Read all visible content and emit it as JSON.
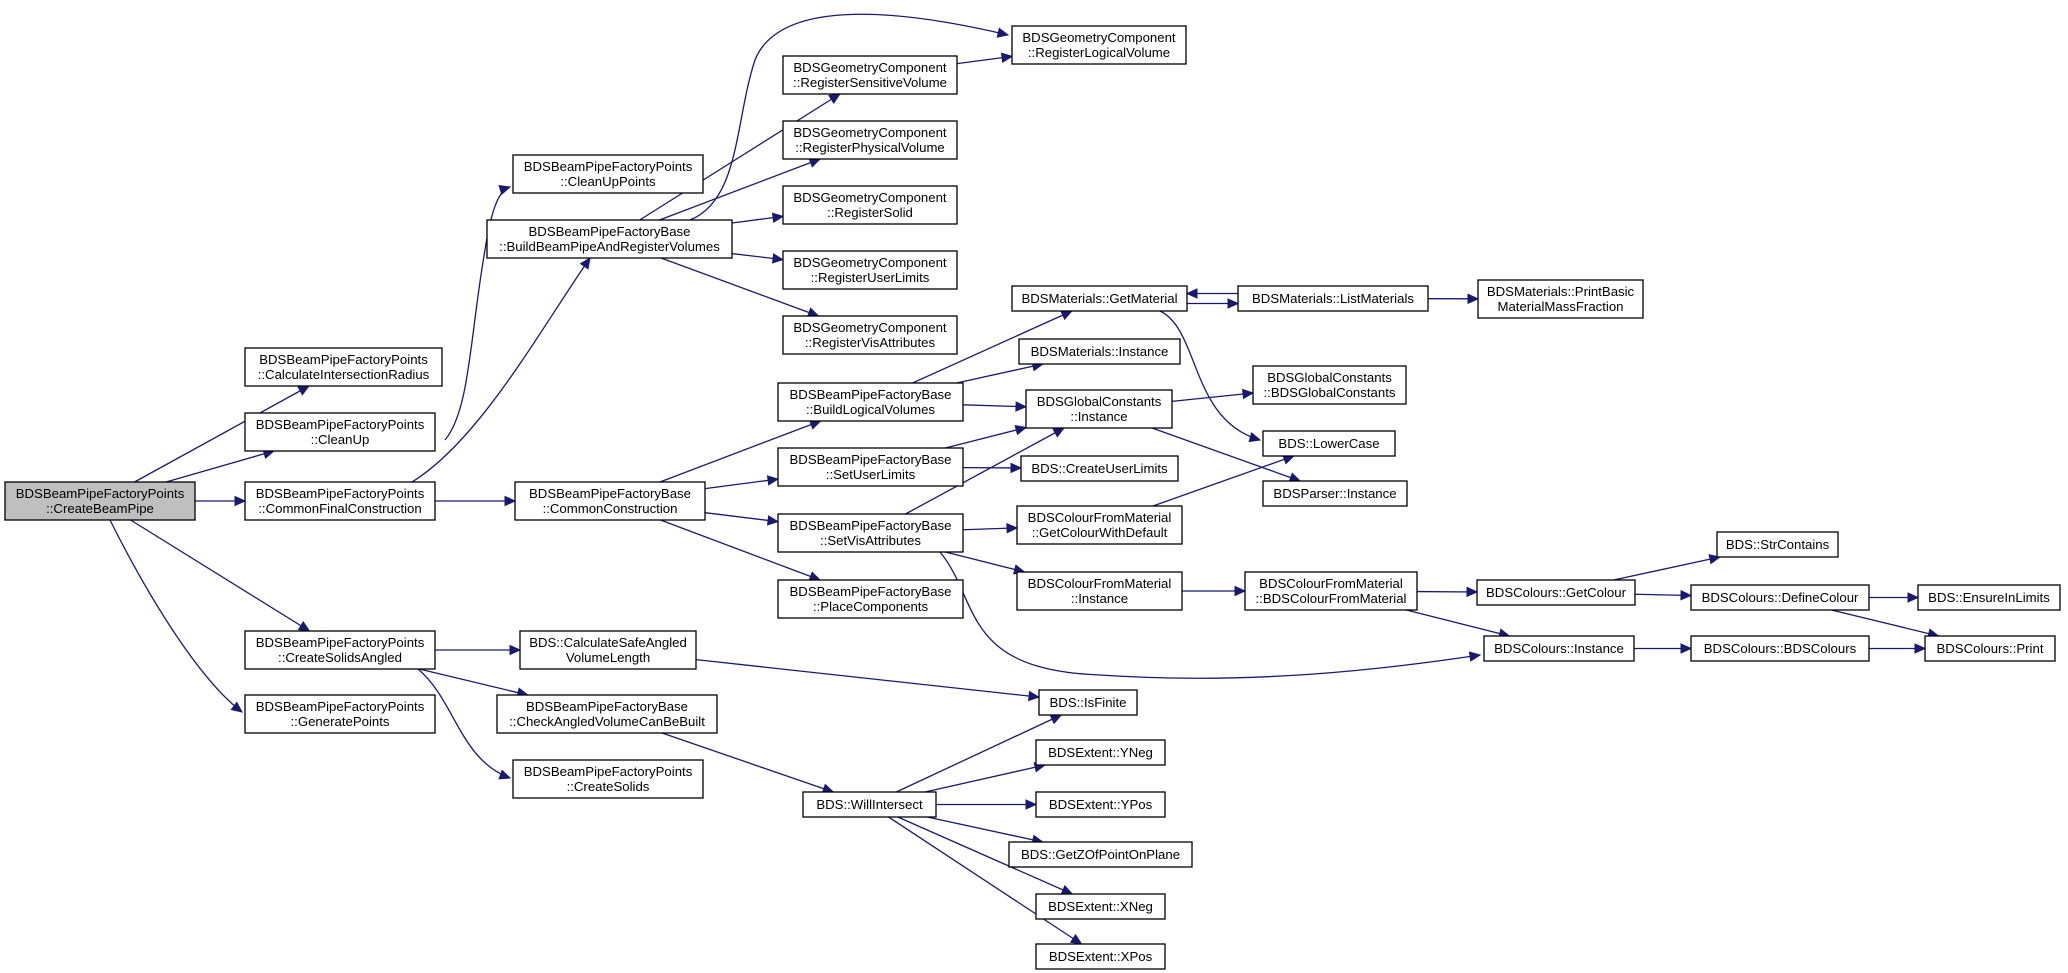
{
  "diagram": {
    "type": "call-graph",
    "colors": {
      "edge": "#191970",
      "root_fill": "#bfbfbf",
      "node_fill": "#ffffff",
      "border": "#000000"
    },
    "nodes": [
      {
        "id": "n0",
        "lines": [
          "BDSBeamPipeFactoryPoints",
          "::CreateBeamPipe"
        ],
        "root": true
      },
      {
        "id": "n1",
        "lines": [
          "BDSBeamPipeFactoryPoints",
          "::CalculateIntersectionRadius"
        ]
      },
      {
        "id": "n2",
        "lines": [
          "BDSBeamPipeFactoryPoints",
          "::CleanUp"
        ]
      },
      {
        "id": "n3",
        "lines": [
          "BDSBeamPipeFactoryPoints",
          "::CommonFinalConstruction"
        ]
      },
      {
        "id": "n4",
        "lines": [
          "BDSBeamPipeFactoryPoints",
          "::CreateSolidsAngled"
        ]
      },
      {
        "id": "n5",
        "lines": [
          "BDSBeamPipeFactoryPoints",
          "::GeneratePoints"
        ]
      },
      {
        "id": "n6",
        "lines": [
          "BDSBeamPipeFactoryPoints",
          "::CleanUpPoints"
        ]
      },
      {
        "id": "n7",
        "lines": [
          "BDSBeamPipeFactoryBase",
          "::BuildBeamPipeAndRegisterVolumes"
        ]
      },
      {
        "id": "n8",
        "lines": [
          "BDSBeamPipeFactoryBase",
          "::CommonConstruction"
        ]
      },
      {
        "id": "n9",
        "lines": [
          "BDS::CalculateSafeAngled",
          "VolumeLength"
        ]
      },
      {
        "id": "n10",
        "lines": [
          "BDSBeamPipeFactoryBase",
          "::CheckAngledVolumeCanBeBuilt"
        ]
      },
      {
        "id": "n11",
        "lines": [
          "BDSBeamPipeFactoryPoints",
          "::CreateSolids"
        ]
      },
      {
        "id": "n12",
        "lines": [
          "BDSGeometryComponent",
          "::RegisterSensitiveVolume"
        ]
      },
      {
        "id": "n13",
        "lines": [
          "BDSGeometryComponent",
          "::RegisterPhysicalVolume"
        ]
      },
      {
        "id": "n14",
        "lines": [
          "BDSGeometryComponent",
          "::RegisterSolid"
        ]
      },
      {
        "id": "n15",
        "lines": [
          "BDSGeometryComponent",
          "::RegisterUserLimits"
        ]
      },
      {
        "id": "n16",
        "lines": [
          "BDSGeometryComponent",
          "::RegisterVisAttributes"
        ]
      },
      {
        "id": "n17",
        "lines": [
          "BDSGeometryComponent",
          "::RegisterLogicalVolume"
        ]
      },
      {
        "id": "n18",
        "lines": [
          "BDSBeamPipeFactoryBase",
          "::BuildLogicalVolumes"
        ]
      },
      {
        "id": "n19",
        "lines": [
          "BDSBeamPipeFactoryBase",
          "::SetUserLimits"
        ]
      },
      {
        "id": "n20",
        "lines": [
          "BDSBeamPipeFactoryBase",
          "::SetVisAttributes"
        ]
      },
      {
        "id": "n21",
        "lines": [
          "BDSBeamPipeFactoryBase",
          "::PlaceComponents"
        ]
      },
      {
        "id": "n22",
        "lines": [
          "BDS::WillIntersect"
        ]
      },
      {
        "id": "n23",
        "lines": [
          "BDS::IsFinite"
        ]
      },
      {
        "id": "n24",
        "lines": [
          "BDSMaterials::GetMaterial"
        ]
      },
      {
        "id": "n25",
        "lines": [
          "BDSMaterials::Instance"
        ]
      },
      {
        "id": "n26",
        "lines": [
          "BDSGlobalConstants",
          "::Instance"
        ]
      },
      {
        "id": "n27",
        "lines": [
          "BDS::CreateUserLimits"
        ]
      },
      {
        "id": "n28",
        "lines": [
          "BDSColourFromMaterial",
          "::GetColourWithDefault"
        ]
      },
      {
        "id": "n29",
        "lines": [
          "BDSColourFromMaterial",
          "::Instance"
        ]
      },
      {
        "id": "n30",
        "lines": [
          "BDSColours::Instance"
        ]
      },
      {
        "id": "n31",
        "lines": [
          "BDSExtent::YNeg"
        ]
      },
      {
        "id": "n32",
        "lines": [
          "BDSExtent::YPos"
        ]
      },
      {
        "id": "n33",
        "lines": [
          "BDS::GetZOfPointOnPlane"
        ]
      },
      {
        "id": "n34",
        "lines": [
          "BDSExtent::XNeg"
        ]
      },
      {
        "id": "n35",
        "lines": [
          "BDSExtent::XPos"
        ]
      },
      {
        "id": "n36",
        "lines": [
          "BDSMaterials::ListMaterials"
        ]
      },
      {
        "id": "n37",
        "lines": [
          "BDS::LowerCase"
        ]
      },
      {
        "id": "n38",
        "lines": [
          "BDSGlobalConstants",
          "::BDSGlobalConstants"
        ]
      },
      {
        "id": "n39",
        "lines": [
          "BDSParser::Instance"
        ]
      },
      {
        "id": "n40",
        "lines": [
          "BDSColourFromMaterial",
          "::BDSColourFromMaterial"
        ]
      },
      {
        "id": "n41",
        "lines": [
          "BDSMaterials::PrintBasic",
          "MaterialMassFraction"
        ]
      },
      {
        "id": "n42",
        "lines": [
          "BDSColours::GetColour"
        ]
      },
      {
        "id": "n43",
        "lines": [
          "BDSColours::BDSColours"
        ]
      },
      {
        "id": "n44",
        "lines": [
          "BDS::StrContains"
        ]
      },
      {
        "id": "n45",
        "lines": [
          "BDSColours::DefineColour"
        ]
      },
      {
        "id": "n46",
        "lines": [
          "BDSColours::Print"
        ]
      },
      {
        "id": "n47",
        "lines": [
          "BDS::EnsureInLimits"
        ]
      }
    ],
    "edges": [
      [
        "n0",
        "n1"
      ],
      [
        "n0",
        "n2"
      ],
      [
        "n0",
        "n3"
      ],
      [
        "n0",
        "n4"
      ],
      [
        "n0",
        "n5"
      ],
      [
        "n2",
        "n6"
      ],
      [
        "n3",
        "n7"
      ],
      [
        "n3",
        "n8"
      ],
      [
        "n4",
        "n9"
      ],
      [
        "n4",
        "n10"
      ],
      [
        "n4",
        "n11"
      ],
      [
        "n7",
        "n12"
      ],
      [
        "n7",
        "n13"
      ],
      [
        "n7",
        "n14"
      ],
      [
        "n7",
        "n15"
      ],
      [
        "n7",
        "n16"
      ],
      [
        "n7",
        "n17"
      ],
      [
        "n12",
        "n17"
      ],
      [
        "n8",
        "n18"
      ],
      [
        "n8",
        "n19"
      ],
      [
        "n8",
        "n20"
      ],
      [
        "n8",
        "n21"
      ],
      [
        "n9",
        "n23"
      ],
      [
        "n10",
        "n22"
      ],
      [
        "n22",
        "n23"
      ],
      [
        "n22",
        "n31"
      ],
      [
        "n22",
        "n32"
      ],
      [
        "n22",
        "n33"
      ],
      [
        "n22",
        "n34"
      ],
      [
        "n22",
        "n35"
      ],
      [
        "n18",
        "n24"
      ],
      [
        "n18",
        "n25"
      ],
      [
        "n18",
        "n26"
      ],
      [
        "n19",
        "n26"
      ],
      [
        "n19",
        "n27"
      ],
      [
        "n20",
        "n26"
      ],
      [
        "n20",
        "n28"
      ],
      [
        "n20",
        "n29"
      ],
      [
        "n20",
        "n30"
      ],
      [
        "n24",
        "n36"
      ],
      [
        "n24",
        "n37"
      ],
      [
        "n36",
        "n24"
      ],
      [
        "n36",
        "n41"
      ],
      [
        "n26",
        "n38"
      ],
      [
        "n26",
        "n39"
      ],
      [
        "n28",
        "n37"
      ],
      [
        "n29",
        "n40"
      ],
      [
        "n40",
        "n42"
      ],
      [
        "n40",
        "n30"
      ],
      [
        "n42",
        "n44"
      ],
      [
        "n42",
        "n45"
      ],
      [
        "n30",
        "n43"
      ],
      [
        "n43",
        "n46"
      ],
      [
        "n45",
        "n47"
      ],
      [
        "n45",
        "n46"
      ]
    ]
  }
}
